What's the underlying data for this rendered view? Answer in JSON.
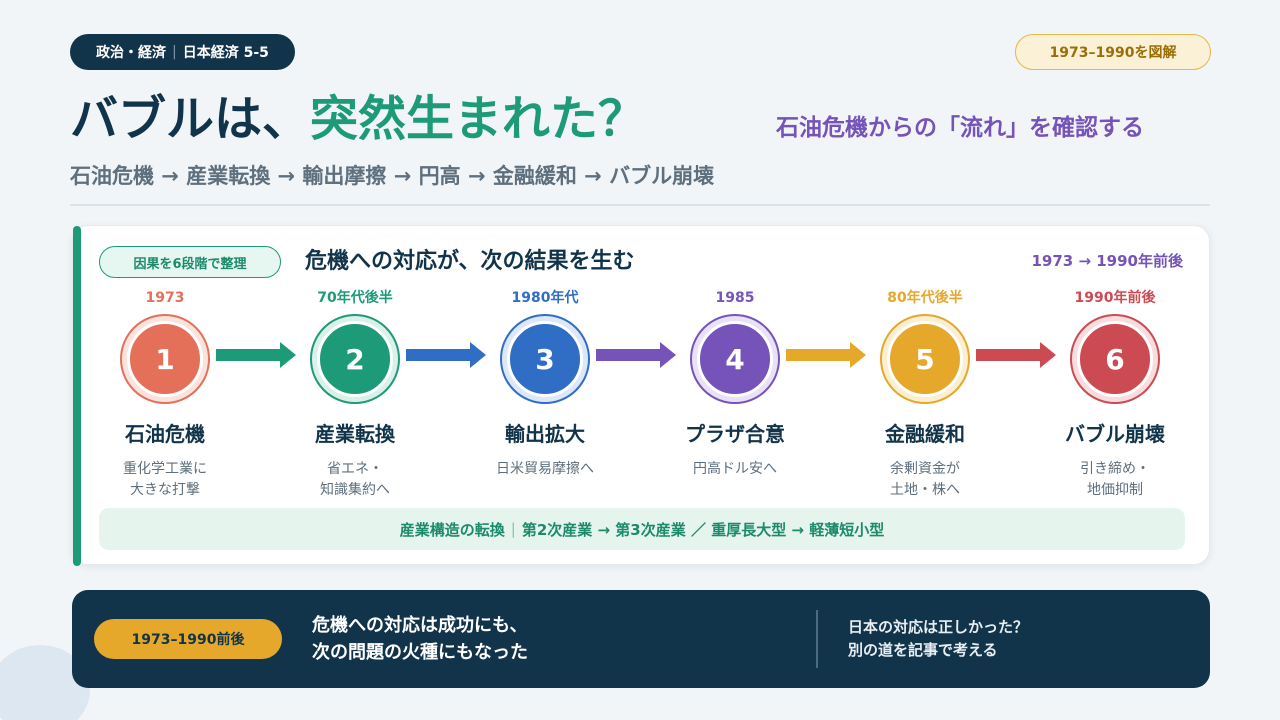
{
  "header": {
    "category": "政治・経済",
    "course": "日本経済 5-5",
    "range_badge": "1973–1990を図解",
    "title_part1": "バブルは、",
    "title_accent": "突然生まれた？",
    "subhead": "石油危機からの「流れ」を確認する",
    "flow": "石油危機 → 産業転換 → 輸出摩擦 → 円高 → 金融緩和 → バブル崩壊"
  },
  "card": {
    "badge": "因果を6段階で整理",
    "title": "危機への対応が、次の結果を生む",
    "range": "1973 → 1990年前後",
    "steps": [
      {
        "num": "1",
        "period": "1973",
        "name": "石油危機",
        "desc": "重化学工業に\n大きな打撃",
        "color": "#e4705a",
        "ring": "#fbe3dd"
      },
      {
        "num": "2",
        "period": "70年代後半",
        "name": "産業転換",
        "desc": "省エネ・\n知識集約へ",
        "color": "#1d9a78",
        "ring": "#d9f1e8"
      },
      {
        "num": "3",
        "period": "1980年代",
        "name": "輸出拡大",
        "desc": "日米貿易摩擦へ",
        "color": "#2f6ec4",
        "ring": "#dce8f8"
      },
      {
        "num": "4",
        "period": "1985",
        "name": "プラザ合意",
        "desc": "円高ドル安へ",
        "color": "#7653b8",
        "ring": "#e9e1f6"
      },
      {
        "num": "5",
        "period": "80年代後半",
        "name": "金融緩和",
        "desc": "余剰資金が\n土地・株へ",
        "color": "#e6a82b",
        "ring": "#fbefd2"
      },
      {
        "num": "6",
        "period": "1990年前後",
        "name": "バブル崩壊",
        "desc": "引き締め・\n地価抑制",
        "color": "#cc4a52",
        "ring": "#f8dcde"
      }
    ],
    "arrow_colors": [
      "#1d9a78",
      "#2f6ec4",
      "#7653b8",
      "#e6a82b",
      "#cc4a52"
    ],
    "note_left": "産業構造の転換",
    "note_right": "第2次産業 → 第3次産業 ／ 重厚長大型 → 軽薄短小型"
  },
  "bottom": {
    "pill": "1973–1990前後",
    "message": "危機への対応は成功にも、\n次の問題の火種にもなった",
    "question": "日本の対応は正しかった？\n別の道を記事で考える"
  }
}
